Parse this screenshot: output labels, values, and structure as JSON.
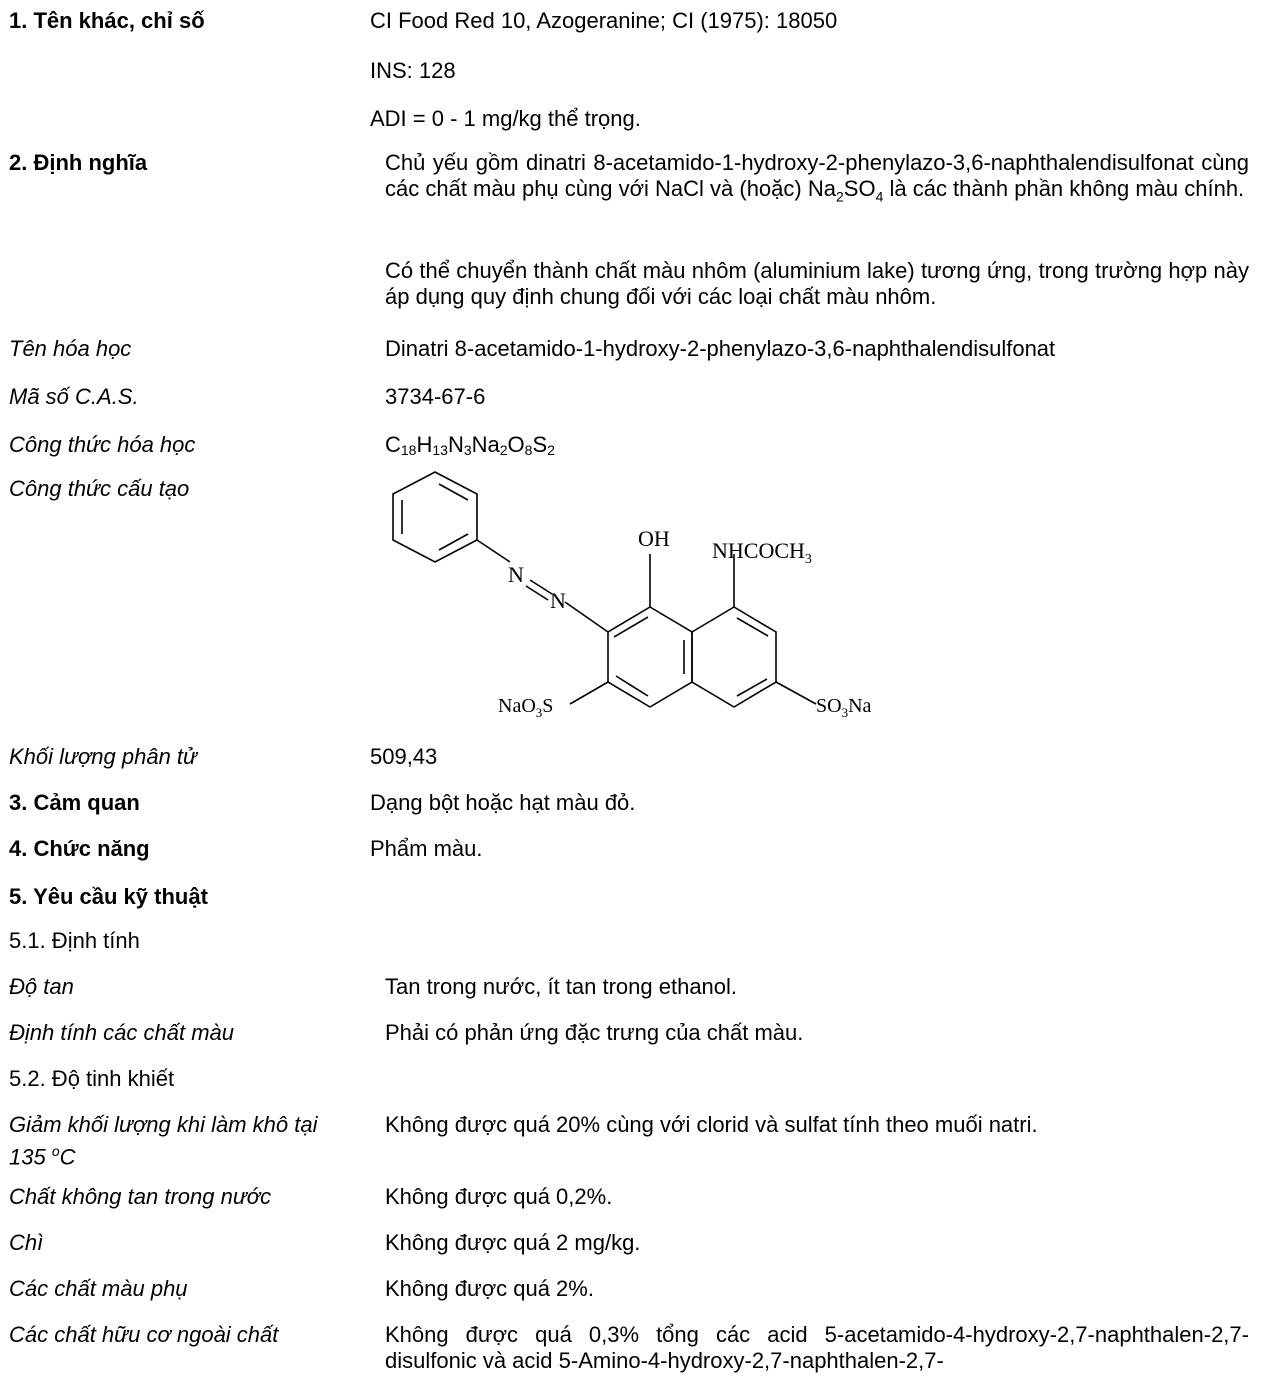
{
  "other_names": {
    "label": "1. Tên khác, chỉ số",
    "line1": "CI Food Red 10, Azogeranine; CI (1975): 18050",
    "line2": "INS: 128",
    "line3": "ADI = 0 - 1 mg/kg thể trọng."
  },
  "definition": {
    "label": "2. Định nghĩa",
    "para1_a": "Chủ yếu gồm dinatri 8-acetamido-1-hydroxy-2-phenylazo-3,6-naphthalendisulfonat cùng các chất màu phụ cùng với NaCl và (hoặc) Na",
    "para1_sub": "2",
    "para1_b": "SO",
    "para1_sub2": "4",
    "para1_c": " là các thành phần không màu chính.",
    "para2": "Có thể chuyển thành chất màu nhôm (aluminium lake) tương ứng, trong trường hợp này áp dụng quy định chung đối với các loại chất màu nhôm."
  },
  "chemical_name": {
    "label": "Tên hóa học",
    "value": "Dinatri 8-acetamido-1-hydroxy-2-phenylazo-3,6-naphthalendisulfonat"
  },
  "cas": {
    "label": "Mã số C.A.S.",
    "value": "3734-67-6"
  },
  "formula": {
    "label": "Công thức hóa học",
    "parts": [
      "C",
      "18",
      "H",
      "13",
      "N",
      "3",
      "Na",
      "2",
      "O",
      "8",
      "S",
      "2"
    ]
  },
  "structure": {
    "label": "Công thức cấu tạo",
    "oh": "OH",
    "nhcoch3": "NHCOCH",
    "nhcoch3_sub": "3",
    "n1": "N",
    "n2": "N",
    "so3na_left_a": "NaO",
    "so3na_left_sub": "3",
    "so3na_left_b": "S",
    "so3na_right_a": "SO",
    "so3na_right_sub": "3",
    "so3na_right_b": "Na"
  },
  "molecular_weight": {
    "label": "Khối lượng phân tử",
    "value": "509,43"
  },
  "appearance": {
    "label": "3. Cảm quan",
    "value": "Dạng bột hoặc hạt màu đỏ."
  },
  "function": {
    "label": "4. Chức năng",
    "value": "Phẩm màu."
  },
  "specs": {
    "label": "5. Yêu cầu kỹ thuật"
  },
  "identification": {
    "label": "5.1. Định tính",
    "solubility_label": "Độ tan",
    "solubility_value": "Tan trong nước, ít tan trong ethanol.",
    "colors_label": "Định tính các chất màu",
    "colors_value": "Phải có phản ứng đặc trưng của chất màu."
  },
  "purity": {
    "label": "5.2. Độ tinh khiết",
    "loss_label_1": "Giảm khối lượng khi làm khô tại",
    "loss_label_2": "135 ",
    "loss_label_deg": "o",
    "loss_label_3": "C",
    "loss_value": "Không được quá 20% cùng với clorid và sulfat tính theo muối natri.",
    "insoluble_label": "Chất không tan trong nước",
    "insoluble_value": "Không được quá 0,2%.",
    "lead_label": "Chì",
    "lead_value": "Không được quá 2 mg/kg.",
    "subsidiary_label": "Các chất màu phụ",
    "subsidiary_value": "Không được quá 2%.",
    "organic_label": "Các chất hữu cơ ngoài chất",
    "organic_value": "Không được quá 0,3% tổng các acid 5-acetamido-4-hydroxy-2,7-naphthalen-2,7-disulfonic và acid 5-Amino-4-hydroxy-2,7-naphthalen-2,7-"
  }
}
